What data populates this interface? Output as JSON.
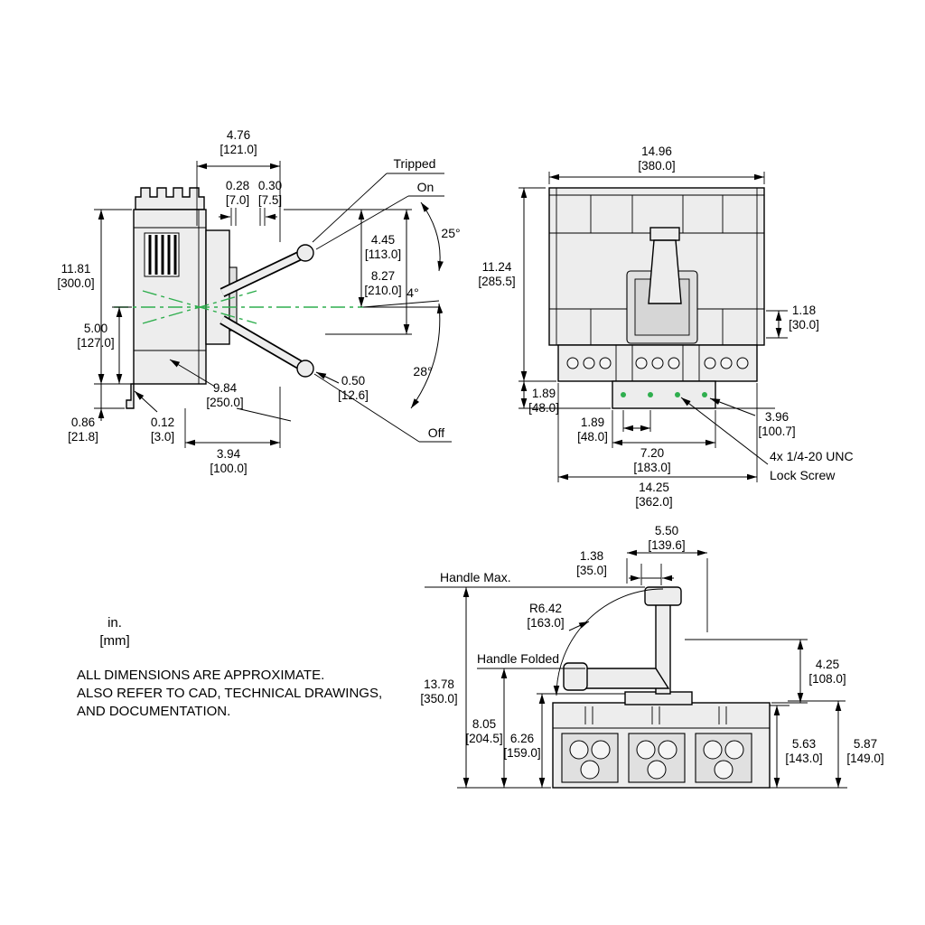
{
  "meta": {
    "background": "#ffffff",
    "line_color": "#000000",
    "fill_light": "#ededed",
    "fill_mid": "#e0e0e0",
    "accent_green": "#2fae4e"
  },
  "notes": {
    "units_line1": "in.",
    "units_line2": "[mm]",
    "disclaimer_line1": "ALL DIMENSIONS ARE APPROXIMATE.",
    "disclaimer_line2": "ALSO REFER TO CAD, TECHNICAL DRAWINGS,",
    "disclaimer_line3": "AND DOCUMENTATION."
  },
  "side_view": {
    "labels": {
      "tripped": "Tripped",
      "on": "On",
      "off": "Off"
    },
    "angles": {
      "a25": "25°",
      "a4": "4°",
      "a28": "28°"
    },
    "dims": {
      "handle_width": {
        "in": "4.76",
        "mm": "[121.0]"
      },
      "gap_a": {
        "in": "0.28",
        "mm": "[7.0]"
      },
      "gap_b": {
        "in": "0.30",
        "mm": "[7.5]"
      },
      "on_height": {
        "in": "4.45",
        "mm": "[113.0]"
      },
      "swing_height": {
        "in": "8.27",
        "mm": "[210.0]"
      },
      "body_height": {
        "in": "11.81",
        "mm": "[300.0]"
      },
      "center_height": {
        "in": "5.00",
        "mm": "[127.0]"
      },
      "handle_radius": {
        "in": "9.84",
        "mm": "[250.0]"
      },
      "knob_offset": {
        "in": "0.50",
        "mm": "[12.6]"
      },
      "foot_height": {
        "in": "0.86",
        "mm": "[21.8]"
      },
      "rail_thickness": {
        "in": "0.12",
        "mm": "[3.0]"
      },
      "body_depth": {
        "in": "3.94",
        "mm": "[100.0]"
      }
    }
  },
  "front_view": {
    "dims": {
      "overall_width": {
        "in": "14.96",
        "mm": "[380.0]"
      },
      "overall_height": {
        "in": "11.24",
        "mm": "[285.5]"
      },
      "lip_height": {
        "in": "1.18",
        "mm": "[30.0]"
      },
      "bracket_height": {
        "in": "1.89",
        "mm": "[48.0]"
      },
      "screw_spacing": {
        "in": "1.89",
        "mm": "[48.0]"
      },
      "screw_offset": {
        "in": "3.96",
        "mm": "[100.7]"
      },
      "bracket_width": {
        "in": "7.20",
        "mm": "[183.0]"
      },
      "base_width": {
        "in": "14.25",
        "mm": "[362.0]"
      }
    },
    "lock_screw_label_line1": "4x 1/4-20 UNC",
    "lock_screw_label_line2": "Lock Screw"
  },
  "handle_view": {
    "labels": {
      "handle_max": "Handle Max.",
      "handle_folded": "Handle Folded"
    },
    "dims": {
      "handle_top_width": {
        "in": "5.50",
        "mm": "[139.6]"
      },
      "knob_width": {
        "in": "1.38",
        "mm": "[35.0]"
      },
      "swing_radius": {
        "in": "R6.42",
        "mm": "[163.0]"
      },
      "max_height": {
        "in": "13.78",
        "mm": "[350.0]"
      },
      "folded_height": {
        "in": "8.05",
        "mm": "[204.5]"
      },
      "base_height": {
        "in": "6.26",
        "mm": "[159.0]"
      },
      "handle_clearance": {
        "in": "4.25",
        "mm": "[108.0]"
      },
      "body_height_a": {
        "in": "5.63",
        "mm": "[143.0]"
      },
      "body_height_b": {
        "in": "5.87",
        "mm": "[149.0]"
      }
    }
  }
}
